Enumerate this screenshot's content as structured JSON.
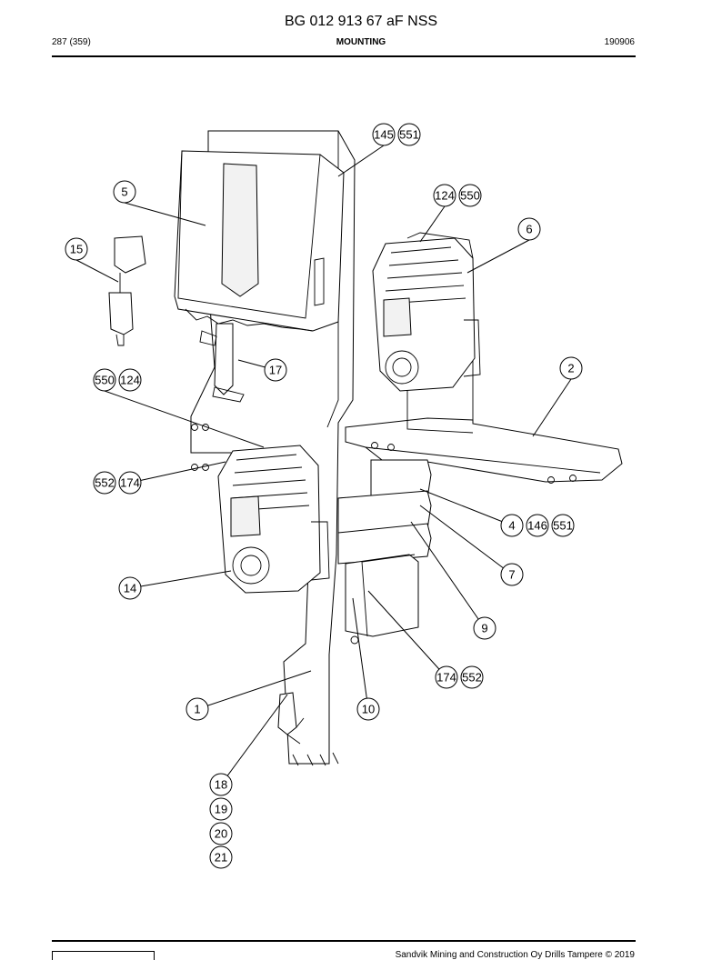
{
  "header": {
    "title": "BG 012 913 67 aF NSS",
    "page": "287 (359)",
    "section": "MOUNTING",
    "date": "190906"
  },
  "footer": {
    "copyright": "Sandvik Mining and Construction Oy Drills Tampere © 2019"
  },
  "callouts": [
    "145",
    "551",
    "5",
    "124",
    "550",
    "6",
    "15",
    "17",
    "2",
    "550",
    "124",
    "552",
    "174",
    "4",
    "146",
    "551",
    "7",
    "14",
    "9",
    "174",
    "552",
    "1",
    "10",
    "18",
    "19",
    "20",
    "21"
  ]
}
